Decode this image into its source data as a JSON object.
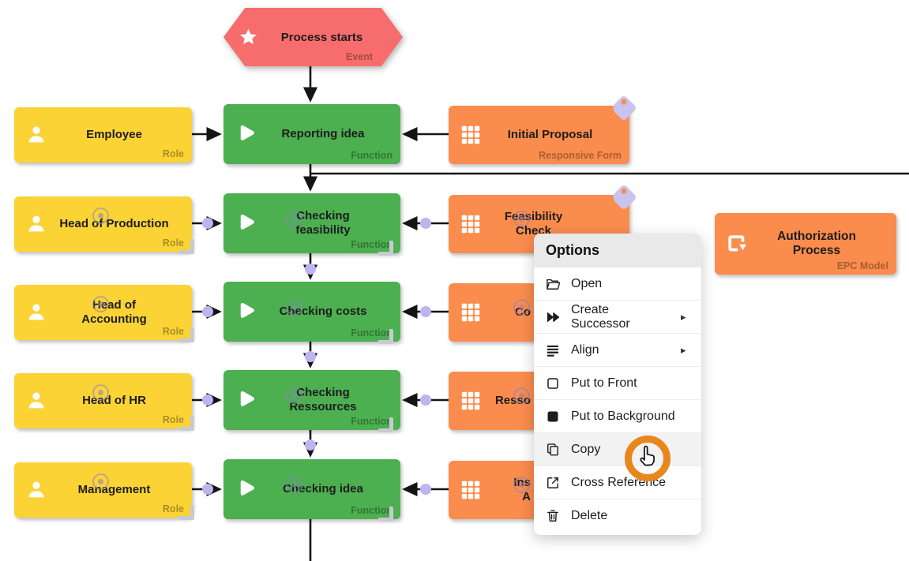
{
  "colors": {
    "event": "#f76d6d",
    "role": "#fbd335",
    "function": "#4caf50",
    "form": "#fa8c4d",
    "tag": "#c9c3ee",
    "handle": "#bdb4f0",
    "highlight_ring": "#e8871d",
    "menu_header_bg": "#e9e9e9",
    "menu_hover_bg": "#f2f2f2"
  },
  "diagram": {
    "event": {
      "label": "Process starts",
      "type": "Event"
    },
    "roles": [
      {
        "label": "Employee",
        "type": "Role"
      },
      {
        "label": "Head of Production",
        "type": "Role"
      },
      {
        "label": "Head of Accounting",
        "type": "Role"
      },
      {
        "label": "Head of HR",
        "type": "Role"
      },
      {
        "label": "Management",
        "type": "Role"
      }
    ],
    "functions": [
      {
        "label": "Reporting idea",
        "type": "Function"
      },
      {
        "label": "Checking feasibility",
        "type": "Function"
      },
      {
        "label": "Checking costs",
        "type": "Function"
      },
      {
        "label": "Checking Ressources",
        "type": "Function"
      },
      {
        "label": "Checking idea",
        "type": "Function"
      }
    ],
    "forms": [
      {
        "label": "Initial Proposal",
        "type": "Responsive Form"
      },
      {
        "label": "Feasibility Check",
        "type": ""
      },
      {
        "label": "Co",
        "type": ""
      },
      {
        "label": "Resso",
        "type": ""
      },
      {
        "label": "Ins",
        "label2": "A",
        "type": ""
      }
    ],
    "model": {
      "label": "Authorization Process",
      "type": "EPC Model"
    }
  },
  "menu": {
    "title": "Options",
    "items": [
      {
        "label": "Open",
        "submenu": false
      },
      {
        "label": "Create Successor",
        "submenu": true
      },
      {
        "label": "Align",
        "submenu": true
      },
      {
        "label": "Put to Front",
        "submenu": false
      },
      {
        "label": "Put to Background",
        "submenu": false
      },
      {
        "label": "Copy",
        "submenu": false,
        "hovered": true
      },
      {
        "label": "Cross Reference",
        "submenu": false
      },
      {
        "label": "Delete",
        "submenu": false
      }
    ]
  }
}
